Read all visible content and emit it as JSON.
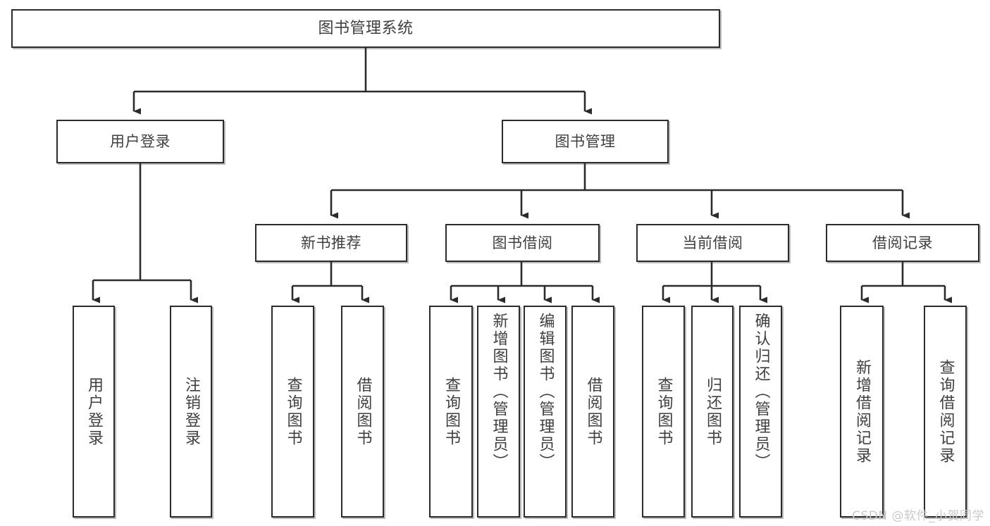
{
  "diagram": {
    "title": "图书管理系统",
    "type": "tree-hierarchy",
    "root": {
      "label": "图书管理系统"
    },
    "level2": [
      {
        "label": "用户登录"
      },
      {
        "label": "图书管理"
      }
    ],
    "level3": [
      {
        "label": "新书推荐"
      },
      {
        "label": "图书借阅"
      },
      {
        "label": "当前借阅"
      },
      {
        "label": "借阅记录"
      }
    ],
    "leaves": {
      "user_login": [
        {
          "label": "用户登录"
        },
        {
          "label": "注销登录"
        }
      ],
      "new_book_recommend": [
        {
          "label": "查询图书"
        },
        {
          "label": "借阅图书"
        }
      ],
      "book_borrow": [
        {
          "label": "查询图书"
        },
        {
          "label": "新增图书（管理员）"
        },
        {
          "label": "编辑图书（管理员）"
        },
        {
          "label": "借阅图书"
        }
      ],
      "current_borrow": [
        {
          "label": "查询图书"
        },
        {
          "label": "归还图书"
        },
        {
          "label": "确认归还（管理员）"
        }
      ],
      "borrow_record": [
        {
          "label": "新增借阅记录"
        },
        {
          "label": "查询借阅记录"
        }
      ]
    }
  },
  "watermark": {
    "text": "CSDN @软件_小贺同学"
  },
  "colors": {
    "background": "#ffffff",
    "box_border": "#2b2b2b",
    "text": "#3f3f3f",
    "connector": "#2b2b2b",
    "watermark": "#c9c9c9"
  }
}
